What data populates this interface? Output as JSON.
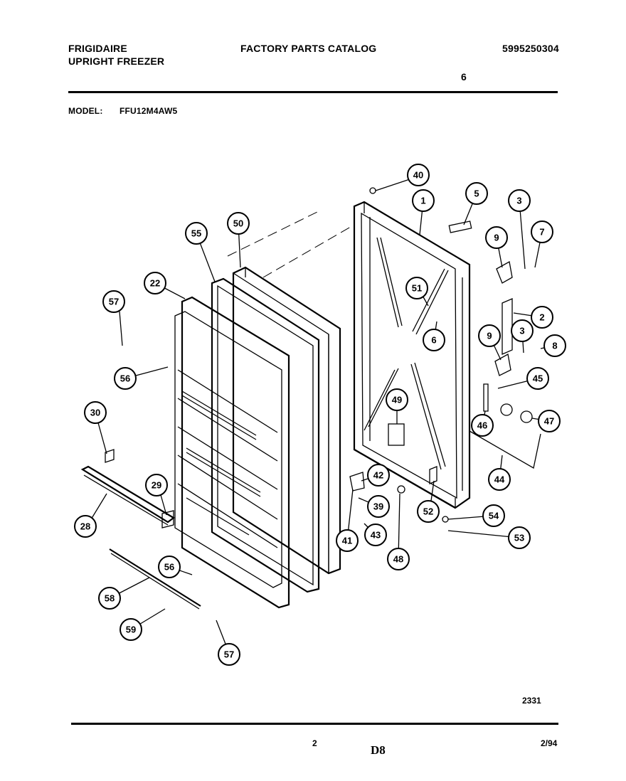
{
  "header": {
    "brand": "FRIGIDAIRE",
    "product": "UPRIGHT FREEZER",
    "catalog_title": "FACTORY PARTS CATALOG",
    "catalog_number": "5995250304",
    "mark": "6",
    "model_label": "MODEL:",
    "model_value": "FFU12M4AW5"
  },
  "callouts": [
    "40",
    "1",
    "5",
    "3",
    "7",
    "9",
    "50",
    "55",
    "22",
    "57",
    "51",
    "2",
    "6",
    "9",
    "3",
    "8",
    "56",
    "45",
    "30",
    "49",
    "46",
    "47",
    "44",
    "42",
    "29",
    "39",
    "52",
    "54",
    "28",
    "43",
    "41",
    "48",
    "53",
    "56",
    "58",
    "59",
    "57"
  ],
  "footer": {
    "diagram_number": "2331",
    "page_number": "2",
    "section": "D8",
    "date": "2/94"
  }
}
